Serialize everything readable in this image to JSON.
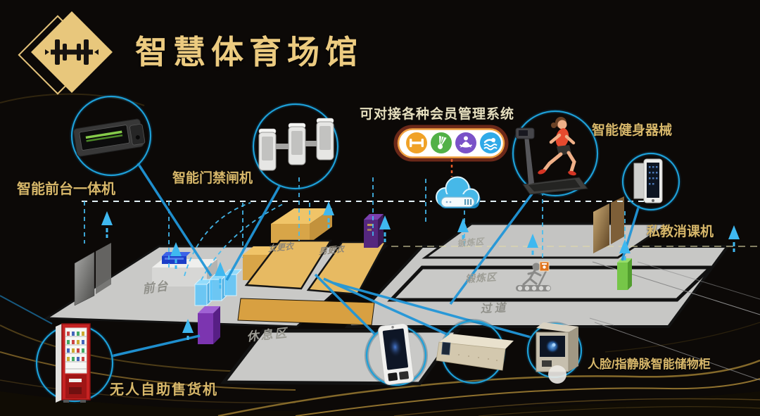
{
  "title": "智慧体育场馆",
  "logo": {
    "icon": "dumbbell-icon"
  },
  "integration": {
    "caption": "可对接各种会员管理系统",
    "icons": [
      {
        "name": "dumbbell-icon",
        "color": "#f0a228"
      },
      {
        "name": "badminton-icon",
        "color": "#52b147"
      },
      {
        "name": "yoga-icon",
        "color": "#7a52c8"
      },
      {
        "name": "swimmer-icon",
        "color": "#30aae8"
      }
    ]
  },
  "cloud": {
    "icon": "cloud-server-icon"
  },
  "devices": {
    "reception": {
      "label": "智能前台一体机"
    },
    "gate": {
      "label": "智能门禁闸机"
    },
    "fitness": {
      "label": "智能健身器械"
    },
    "coach": {
      "label": "私教消课机"
    },
    "vending": {
      "label": "无人自助售货机"
    },
    "locker": {
      "label": "人脸/指静脉智能储物柜"
    }
  },
  "floor_areas": {
    "reception_desk": "前台",
    "women_changing": "女更衣",
    "men_changing": "男更衣",
    "exercise_upper": "锻炼区",
    "exercise_main": "锻炼区",
    "aisle": "过道",
    "rest_area": "休息区"
  },
  "colors": {
    "title_gold": "#eccb80",
    "label_gold": "#d7b76a",
    "accent_cyan": "#35b8f0",
    "cloud_blue": "#46b8e8",
    "floor_gray": "#c9c9c7",
    "changing_yellow": "#e7ba62",
    "pillar_purple": "#7c35b0",
    "pillar_green": "#76c648",
    "vending_red": "#c62222",
    "pill_border_orange": "#f08020"
  }
}
